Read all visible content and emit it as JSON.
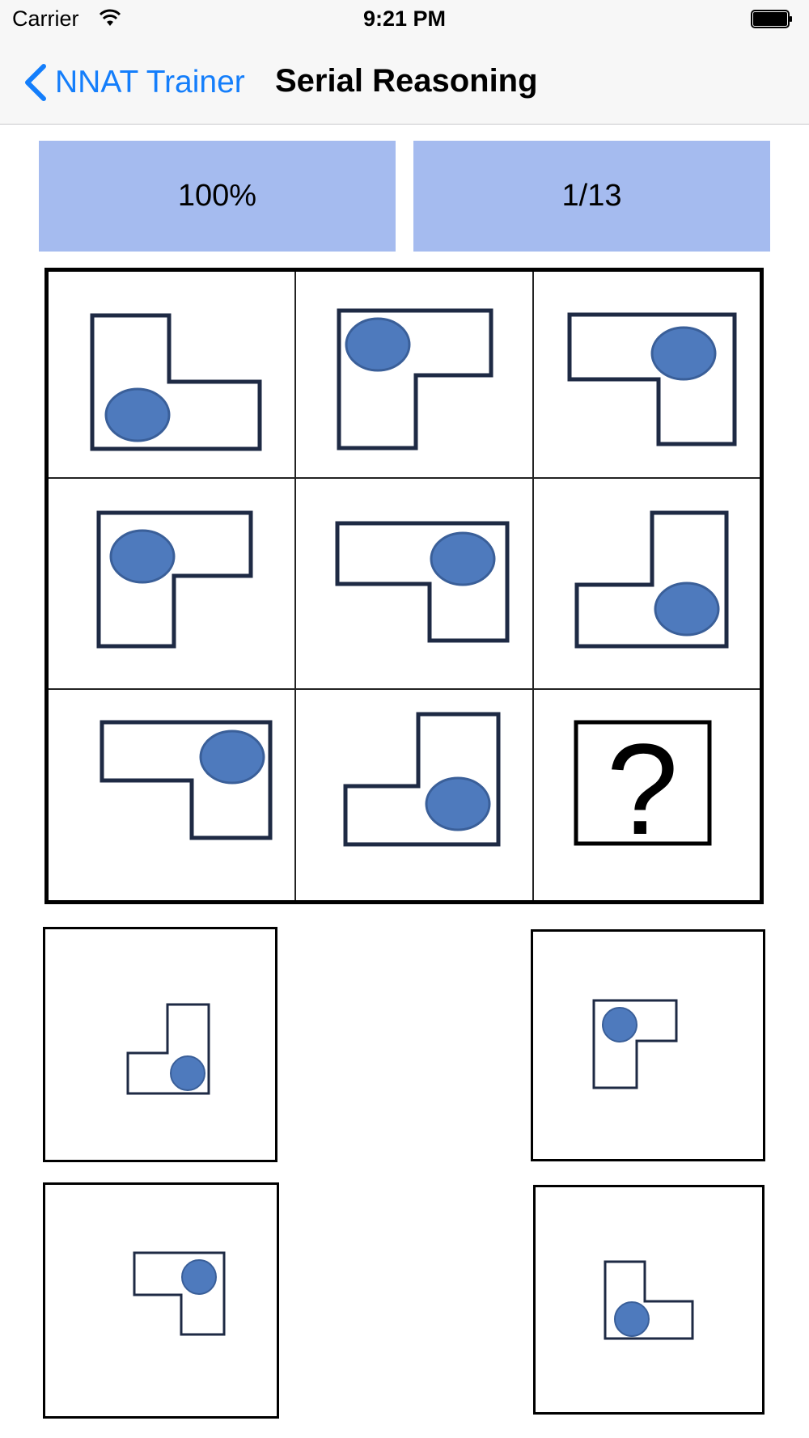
{
  "status_bar": {
    "carrier": "Carrier",
    "time": "9:21 PM"
  },
  "nav": {
    "back_label": "NNAT Trainer",
    "title": "Serial Reasoning"
  },
  "stats": {
    "score": "100%",
    "progress": "1/13"
  },
  "puzzle": {
    "shape_fill": "#ffffff",
    "shape_stroke": "#1e2a44",
    "dot_color": "#4e7abd",
    "question_mark": "?",
    "cells": [
      {
        "row": 1,
        "col": 1,
        "figure": "L-shape, tall part left, dot in bottom-left"
      },
      {
        "row": 1,
        "col": 2,
        "figure": "L-shape, tall part left hanging down, dot in top-left"
      },
      {
        "row": 1,
        "col": 3,
        "figure": "L-shape, tall part right hanging down, dot in top-right"
      },
      {
        "row": 2,
        "col": 1,
        "figure": "L-shape, dot in top-left"
      },
      {
        "row": 2,
        "col": 2,
        "figure": "L-shape, dot in top-right"
      },
      {
        "row": 2,
        "col": 3,
        "figure": "L-shape, dot in bottom-right"
      },
      {
        "row": 3,
        "col": 1,
        "figure": "L-shape, dot in top-right"
      },
      {
        "row": 3,
        "col": 2,
        "figure": "L-shape, dot in bottom-right"
      },
      {
        "row": 3,
        "col": 3,
        "figure": "question-mark box"
      }
    ],
    "options": [
      {
        "position": "top-left"
      },
      {
        "position": "top-right"
      },
      {
        "position": "bottom-left"
      },
      {
        "position": "bottom-right"
      }
    ]
  }
}
